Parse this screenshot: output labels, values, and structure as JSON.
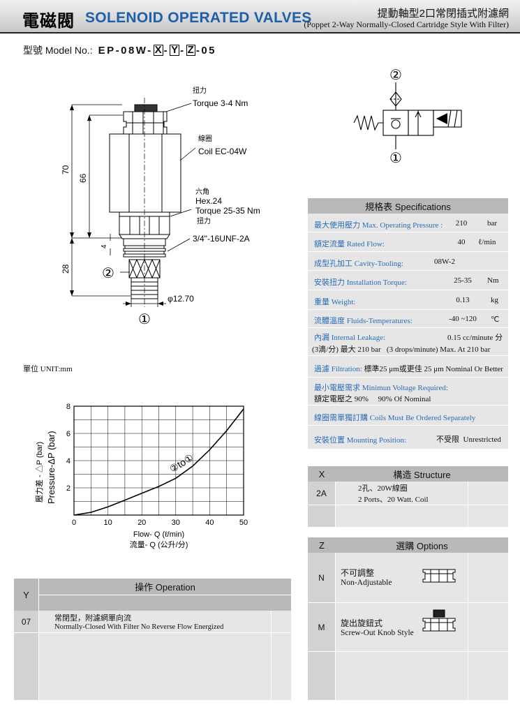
{
  "header": {
    "title_zh": "電磁閥",
    "title_en": "SOLENOID OPERATED VALVES",
    "subtitle_zh": "提動軸型2口常閉插式附濾網",
    "subtitle_en": "(Poppet 2-Way Normally-Closed Cartridge Style With Filter)"
  },
  "model": {
    "label": "型號 Model No.:",
    "prefix": "EP-08W-",
    "x": "X",
    "sep1": "-",
    "y": "Y",
    "sep2": "-",
    "z": "Z",
    "suffix": "-05"
  },
  "drawing": {
    "torque_zh": "扭力",
    "torque_en": "Torque 3-4 Nm",
    "coil_zh": "線圈",
    "coil_en": "Coil EC-04W",
    "hex_zh": "六角",
    "hex_en": "Hex.24",
    "hex_torque_en": "Torque 25-35 Nm",
    "hex_torque_zh": "扭力",
    "thread": "3/4\"-16UNF-2A",
    "dim_70": "70",
    "dim_66": "66",
    "dim_28": "28",
    "dim_4": "4",
    "dim_dia": "φ12.70",
    "port1": "①",
    "port2": "②"
  },
  "unit": "單位 UNIT:mm",
  "symbol": {
    "port1": "①",
    "port2": "②"
  },
  "specs": {
    "title": "規格表 Specifications",
    "rows": [
      {
        "zh": "最大使用壓力",
        "en": "Max. Operating Pressure :",
        "value": "210",
        "unit": "bar"
      },
      {
        "zh": "額定流量",
        "en": "Rated Flow:",
        "value": "40",
        "unit": "ℓ/min"
      },
      {
        "zh": "成型孔加工",
        "en": "Cavity-Tooling:",
        "value": "08W-2",
        "unit": ""
      },
      {
        "zh": "安裝扭力",
        "en": "Installation Torque:",
        "value": "25-35",
        "unit": "Nm"
      },
      {
        "zh": "重量",
        "en": "Weight:",
        "value": "0.13",
        "unit": "kg"
      },
      {
        "zh": "流體溫度",
        "en": "Fluids-Temperatures:",
        "value": "-40 ~120",
        "unit": "℃"
      }
    ],
    "leakage": {
      "zh": "內漏",
      "en": "Internal Leakage:",
      "value": "0.15 cc/minute 分",
      "line2": "(3滴/分) 最大 210 bar   (3 drops/minute) Max. At 210 bar"
    },
    "filtration": {
      "zh": "過濾",
      "en": "Filtration:",
      "text": "標準25 μm或更佳 25 μm Nominal Or Better"
    },
    "voltage": {
      "zh": "最小電壓需求",
      "en": "Minimun Voltage Required:",
      "line2": "額定電壓之 90%     90% Of Nominal"
    },
    "coil_note": {
      "zh": "線圈需單獨訂購",
      "en": "Coils Must Be Ordered Separately"
    },
    "mounting": {
      "zh": "安裝位置",
      "en": "Mounting Position:",
      "value": "不受限  Unrestricted"
    }
  },
  "structure": {
    "col1": "X",
    "col2": "構造 Structure",
    "rows": [
      {
        "code": "2A",
        "zh": "2孔、20W線圈",
        "en": "2 Ports、20 Watt. Coil"
      }
    ]
  },
  "options": {
    "col1": "Z",
    "col2": "選購 Options",
    "rows": [
      {
        "code": "N",
        "zh": "不可調整",
        "en": "Non-Adjustable"
      },
      {
        "code": "M",
        "zh": "旋出旋鈕式",
        "en": "Screw-Out Knob Style"
      }
    ]
  },
  "operation": {
    "col1": "Y",
    "col2": "操作 Operation",
    "rows": [
      {
        "code": "07",
        "zh": "常閉型，附濾網單向流",
        "en": "Normally-Closed With Filter No Reverse Flow Energized"
      }
    ]
  },
  "chart_data": {
    "type": "line",
    "ylabel_zh": "壓力差 - △P (bar)",
    "ylabel": "Pressure-ΔP (bar)",
    "xlabel": "Flow- Q (ℓ/min)",
    "xlabel_zh": "流量- Q (公升/分)",
    "xlim": [
      0,
      50
    ],
    "ylim": [
      0,
      8
    ],
    "x_ticks": [
      "0",
      "10",
      "20",
      "30",
      "40",
      "50"
    ],
    "y_ticks": [
      "2",
      "4",
      "6",
      "8"
    ],
    "grid": true,
    "series": [
      {
        "name": "②to①",
        "x": [
          0,
          5,
          10,
          15,
          20,
          25,
          30,
          35,
          40,
          45,
          50
        ],
        "y": [
          0.0,
          0.2,
          0.6,
          1.1,
          1.6,
          2.1,
          2.7,
          3.6,
          4.8,
          6.2,
          7.8
        ]
      }
    ]
  }
}
